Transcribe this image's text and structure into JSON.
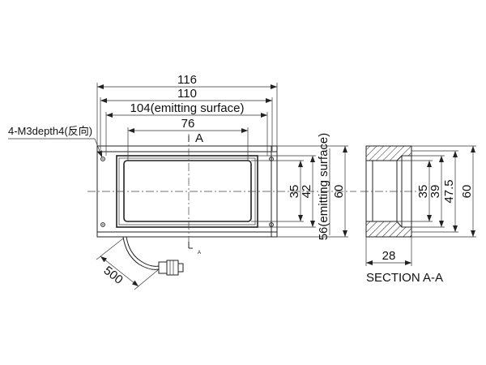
{
  "front_view": {
    "dim_116": "116",
    "dim_110": "110",
    "dim_104": "104(emitting surface)",
    "dim_76": "76",
    "dim_35": "35",
    "dim_42": "42",
    "dim_60": "60",
    "dim_56": "56(emitting surface)",
    "cable_length": "500",
    "section_mark": "A",
    "section_mark_small": "A",
    "thread_note": "4-M3depth4(反向)"
  },
  "section_view": {
    "dim_35": "35",
    "dim_39": "39",
    "dim_47_5": "47.5",
    "dim_60": "60",
    "dim_28": "28",
    "title": "SECTION A-A"
  }
}
